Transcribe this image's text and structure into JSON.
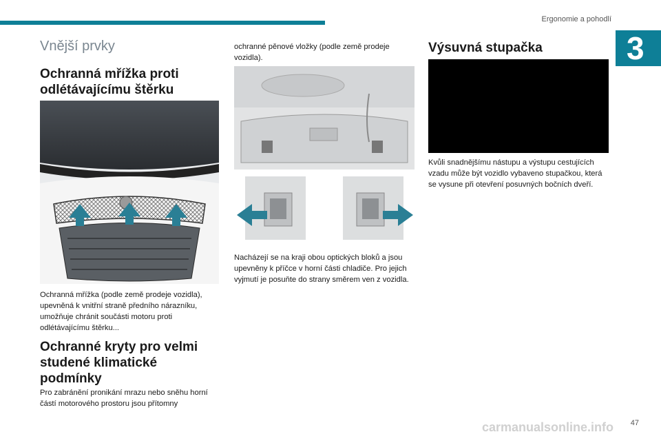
{
  "header": {
    "chapter_title": "Ergonomie a pohodlí",
    "chapter_number": "3"
  },
  "col1": {
    "section_title": "Vnější prvky",
    "heading1": "Ochranná mřížka proti odlétávajícímu štěrku",
    "para1": "Ochranná mřížka (podle země prodeje vozidla), upevněná k vnitřní straně předního nárazníku, umožňuje chránit součásti motoru proti odlétávajícímu štěrku...",
    "heading2": "Ochranné kryty pro velmi studené klimatické podmínky",
    "para2": "Pro zabránění pronikání mrazu nebo sněhu horní částí motorového prostoru jsou přítomny"
  },
  "col2": {
    "para_cont": "ochranné pěnové vložky (podle země prodeje vozidla).",
    "para2": "Nacházejí se na kraji obou optických bloků a jsou upevněny k příčce v horní části chladiče. Pro jejich vyjmutí je posuňte do strany směrem ven z vozidla."
  },
  "col3": {
    "heading": "Výsuvná stupačka",
    "para": "Kvůli snadnějšímu nástupu a výstupu cestujících vzadu může být vozidlo vybaveno stupačkou, která se vysune při otevření posuvných bočních dveří."
  },
  "footer": {
    "page_number": "47",
    "watermark": "carmanualsonline.info"
  },
  "colors": {
    "accent": "#0e7f97",
    "arrow": "#2a7f95"
  }
}
